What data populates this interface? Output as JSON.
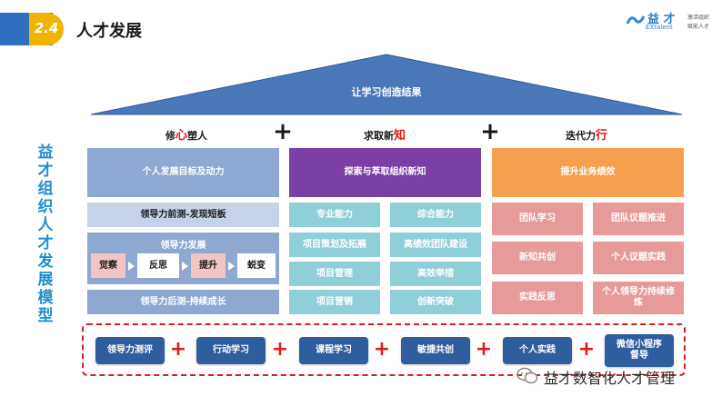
{
  "header": {
    "section_number": "2.4",
    "title": "人才发展",
    "logo": {
      "brand_cn": "益 才",
      "brand_en": "EXtalent",
      "tagline1": "激活组织",
      "tagline2": "赋能人才"
    }
  },
  "roof": {
    "label": "让学习创造结果"
  },
  "vertical_title": "益才组织人才发展模型",
  "pillars": [
    {
      "label_parts": [
        "修",
        "心",
        "塑人"
      ]
    },
    {
      "label_parts": [
        "求取新",
        "知",
        ""
      ]
    },
    {
      "label_parts": [
        "迭代力",
        "行",
        ""
      ]
    }
  ],
  "pillar_plus": [
    "+",
    "+"
  ],
  "left_column": {
    "header": "个人发展目标及动力",
    "pre_assessment": "领导力前测-发现短板",
    "development": {
      "title": "领导力发展",
      "steps": [
        "觉察",
        "反思",
        "提升",
        "蜕变"
      ]
    },
    "post_assessment": "领导力后测-持续成长"
  },
  "middle_column": {
    "header": "探索与萃取组织新知",
    "cells": [
      "专业能力",
      "综合能力",
      "项目策划及拓展",
      "高绩效团队建设",
      "项目管理",
      "高效举措",
      "项目营销",
      "创新突破"
    ]
  },
  "right_column": {
    "header": "提升业务绩效",
    "cells": [
      "团队学习",
      "团队议题推进",
      "新知共创",
      "个人议题实践",
      "实践反思",
      "个人领导力持续修炼"
    ]
  },
  "bottom_bar": {
    "items": [
      "领导力测评",
      "行动学习",
      "课程学习",
      "敏捷共创",
      "个人实践",
      "微信小程序\n督导"
    ],
    "separator": "+"
  },
  "watermark": "益才数智化人才管理",
  "colors": {
    "roof": "#4a78b8",
    "left_header": "#8fa8d2",
    "middle_header": "#7b3fa6",
    "right_header": "#f5a04e",
    "mid_cell": "#8fcfd8",
    "right_cell": "#e69a9a",
    "accent_red": "#e01a1a",
    "pill": "#2f5e9e"
  }
}
